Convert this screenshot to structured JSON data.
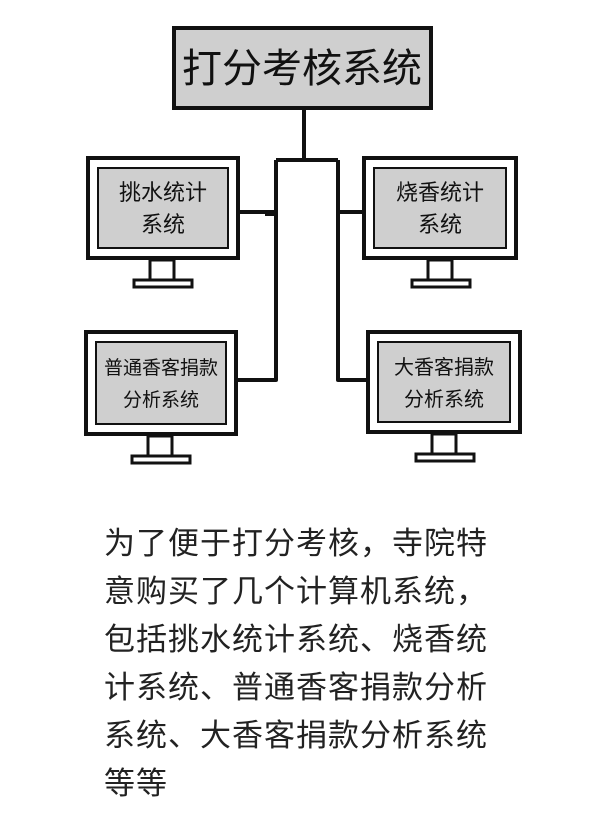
{
  "diagram": {
    "title": "打分考核系统",
    "systems": [
      {
        "lines": [
          "挑水统计",
          "系统"
        ]
      },
      {
        "lines": [
          "烧香统计",
          "系统"
        ]
      },
      {
        "lines": [
          "普通香客捐款",
          "分析系统"
        ]
      },
      {
        "lines": [
          "大香客捐款",
          "分析系统"
        ]
      }
    ]
  },
  "caption": {
    "lines": [
      "为了便于打分考核，寺院特",
      "意购买了几个计算机系统，",
      "包括挑水统计系统、烧香统",
      "计系统、普通香客捐款分析",
      "系统、大香客捐款分析系统",
      "等等"
    ]
  }
}
